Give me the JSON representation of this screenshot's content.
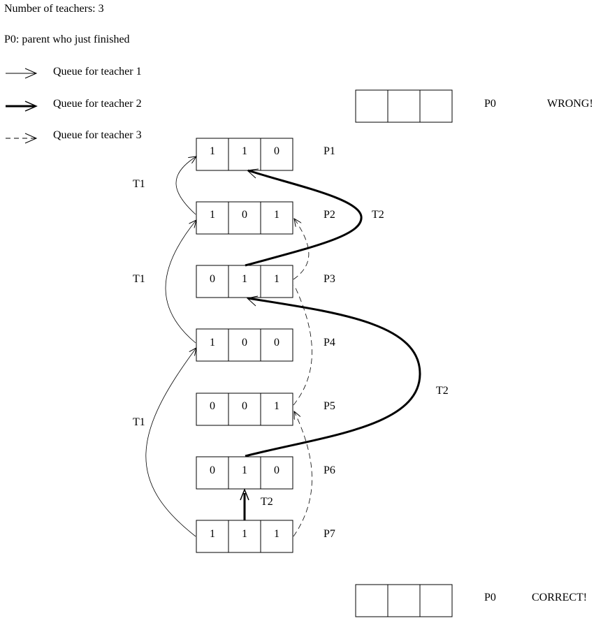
{
  "header": {
    "teachers_line": "Number of teachers: 3",
    "p0_line": "P0: parent who just finished"
  },
  "legend": [
    {
      "label": "Queue for teacher 1",
      "style": "thin"
    },
    {
      "label": "Queue for teacher 2",
      "style": "thick"
    },
    {
      "label": "Queue for teacher 3",
      "style": "dashed"
    }
  ],
  "parents": [
    {
      "name": "P1",
      "cells": [
        "1",
        "1",
        "0"
      ]
    },
    {
      "name": "P2",
      "cells": [
        "1",
        "0",
        "1"
      ]
    },
    {
      "name": "P3",
      "cells": [
        "0",
        "1",
        "1"
      ]
    },
    {
      "name": "P4",
      "cells": [
        "1",
        "0",
        "0"
      ]
    },
    {
      "name": "P5",
      "cells": [
        "0",
        "0",
        "1"
      ]
    },
    {
      "name": "P6",
      "cells": [
        "0",
        "1",
        "0"
      ]
    },
    {
      "name": "P7",
      "cells": [
        "1",
        "1",
        "1"
      ]
    }
  ],
  "p0_wrong": {
    "name": "P0",
    "verdict": "WRONG!",
    "cells": [
      "",
      "",
      ""
    ]
  },
  "p0_correct": {
    "name": "P0",
    "verdict": "CORRECT!",
    "cells": [
      "",
      "",
      ""
    ]
  },
  "edge_labels": {
    "t1_top": "T1",
    "t1_mid": "T1",
    "t1_low": "T1",
    "t2_upper": "T2",
    "t2_lower": "T2",
    "t2_short": "T2"
  }
}
